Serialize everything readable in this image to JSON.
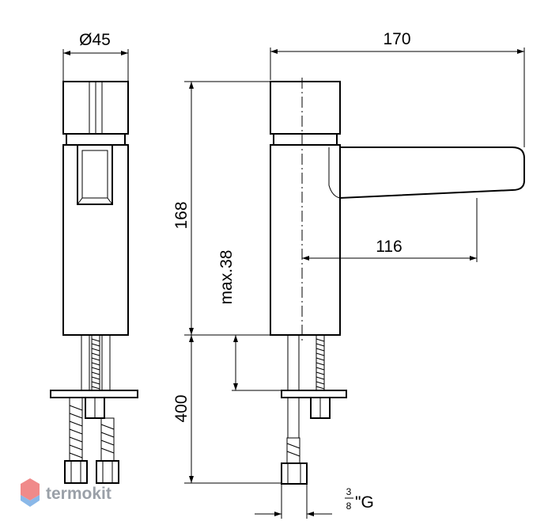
{
  "dimensions": {
    "diameter": "Ø45",
    "length": "170",
    "height": "168",
    "spout_reach": "116",
    "max_thickness": "max.38",
    "hose_length": "400",
    "thread_numerator": "3",
    "thread_denominator": "8",
    "thread_suffix": "\"G"
  },
  "watermark": {
    "text": "termokit"
  },
  "colors": {
    "line": "#000000",
    "watermark_text": "#9aa0a8",
    "logo_top": "#f08a8a",
    "logo_bottom": "#8ab8e8"
  }
}
